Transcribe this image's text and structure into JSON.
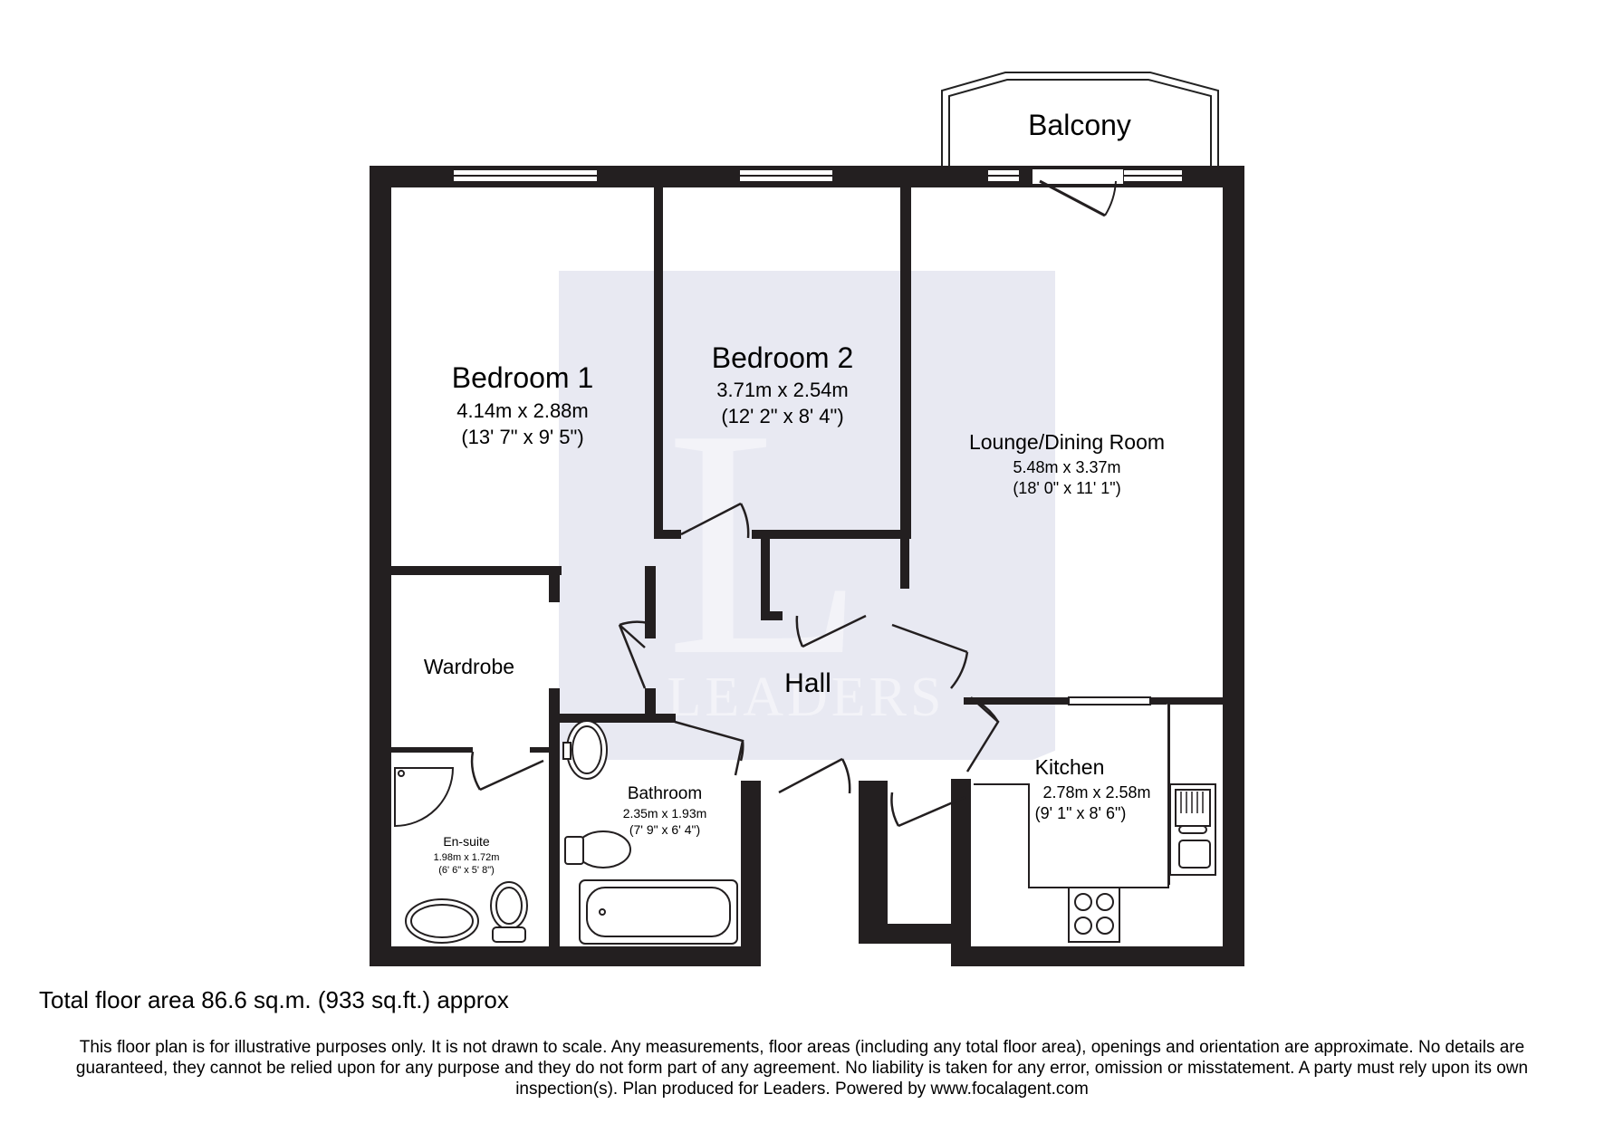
{
  "rooms": {
    "balcony": {
      "name": "Balcony"
    },
    "bedroom1": {
      "name": "Bedroom 1",
      "metric": "4.14m x 2.88m",
      "imperial": "(13' 7\" x 9' 5\")"
    },
    "bedroom2": {
      "name": "Bedroom 2",
      "metric": "3.71m x 2.54m",
      "imperial": "(12' 2\" x 8' 4\")"
    },
    "lounge": {
      "name": "Lounge/Dining Room",
      "metric": "5.48m x 3.37m",
      "imperial": "(18' 0\" x 11' 1\")"
    },
    "wardrobe": {
      "name": "Wardrobe"
    },
    "hall": {
      "name": "Hall"
    },
    "kitchen": {
      "name": "Kitchen",
      "metric": "2.78m x 2.58m",
      "imperial": "(9' 1\" x 8' 6\")"
    },
    "bathroom": {
      "name": "Bathroom",
      "metric": "2.35m x 1.93m",
      "imperial": "(7' 9\" x 6' 4\")"
    },
    "ensuite": {
      "name": "En-suite",
      "metric": "1.98m x 1.72m",
      "imperial": "(6' 6\" x 5' 8\")"
    }
  },
  "watermark": {
    "text": "LEADERS",
    "letter": "L",
    "color": "#e8e9f2"
  },
  "total_area": "Total floor area 86.6 sq.m. (933 sq.ft.) approx",
  "disclaimer": "This floor plan is for illustrative purposes only. It is not drawn to scale. Any measurements, floor areas (including any total floor area), openings and orientation are approximate. No details are guaranteed, they cannot be relied upon for any purpose and they do not form part of any agreement. No liability is taken for any error, omission or misstatement. A party must rely upon its own inspection(s). Plan produced for Leaders. Powered by www.focalagent.com"
}
